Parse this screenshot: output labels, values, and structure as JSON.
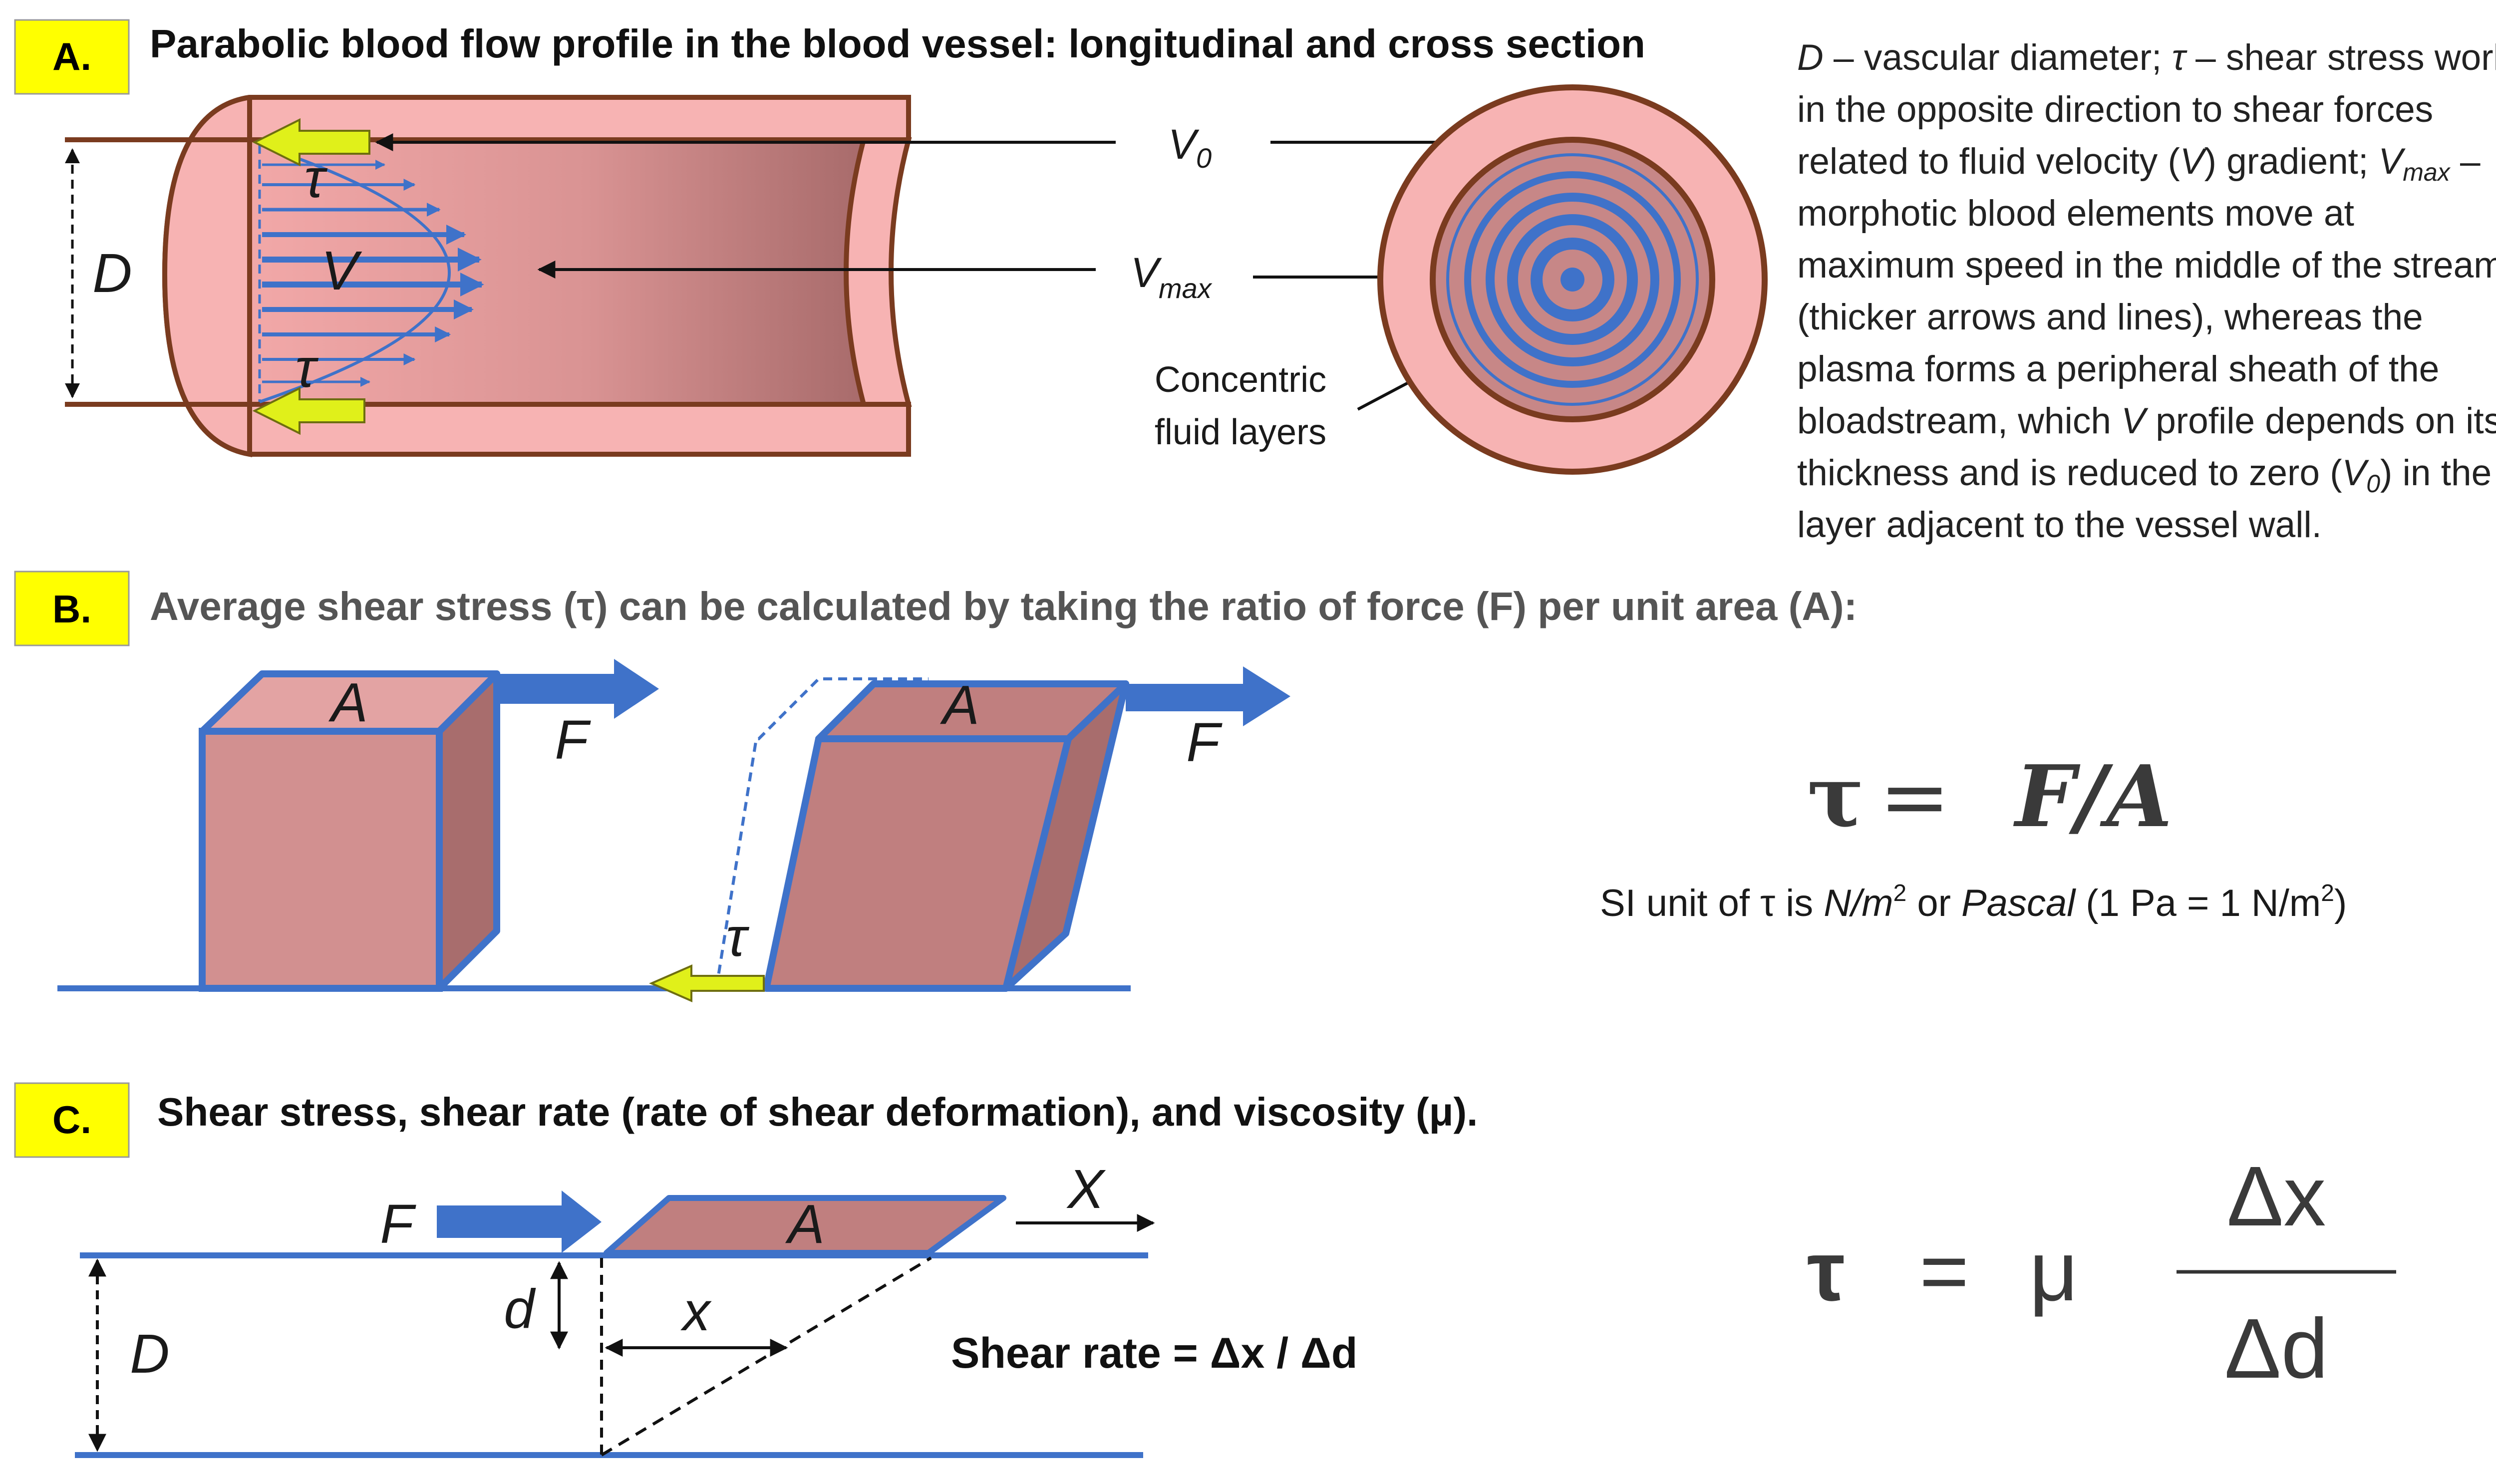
{
  "colors": {
    "wall": "#7a3b1f",
    "wall_fill": "#f7b3b3",
    "tissue": "#c47f7f",
    "blue": "#3f72c9",
    "yellow_label": "#ffff00",
    "arrow_yellow": "#e0f01a"
  },
  "panel_a": {
    "label": "A.",
    "title": "Parabolic blood flow profile in the blood vessel: longitudinal and cross section",
    "d_label": "D",
    "v_label": "V",
    "tau_top": "τ",
    "tau_bottom": "τ",
    "v0_label": "V",
    "v0_sub": "0",
    "vmax_label": "V",
    "vmax_sub": "max",
    "concentric_line1": "Concentric",
    "concentric_line2": "fluid layers",
    "note_lines": [
      "D – vascular diameter; τ – shear stress works",
      "in the opposite direction to shear forces",
      "related to fluid velocity (V) gradient; Vmax –",
      "morphotic blood elements move at",
      "maximum speed in the middle of the stream",
      "(thicker arrows and lines), whereas the",
      "plasma forms a peripheral sheath of the",
      "bloadstream, which V profile depends on its",
      "thickness and is reduced to zero (V0) in the",
      "layer adjacent to the vessel wall."
    ]
  },
  "panel_b": {
    "label": "B.",
    "title": "Average shear stress (τ) can be calculated by taking the ratio of force (F) per unit area (A):",
    "area_label_1": "A",
    "force_label_1": "F",
    "area_label_2": "A",
    "force_label_2": "F",
    "tau_label": "τ",
    "equation_lhs": "τ",
    "equation_eq": "=",
    "equation_rhs": "F/A",
    "si_prefix": "SI unit of τ is ",
    "si_unit": "N/m",
    "si_sup": "2",
    "si_or": " or ",
    "si_pascal": "Pascal",
    "si_paren": " (1 Pa = 1 N/m",
    "si_paren_sup": "2",
    "si_close": ")"
  },
  "panel_c": {
    "label": "C.",
    "title": "Shear stress, shear rate (rate of shear deformation), and viscosity (μ).",
    "force_label": "F",
    "area_label": "A",
    "X_label": "X",
    "d_label": "d",
    "x_label": "x",
    "D_label": "D",
    "shear_rate": "Shear rate = Δx / Δd",
    "eq_tau": "τ",
    "eq_equals": "=",
    "eq_mu": "μ",
    "eq_num": "Δx",
    "eq_den": "Δd"
  }
}
